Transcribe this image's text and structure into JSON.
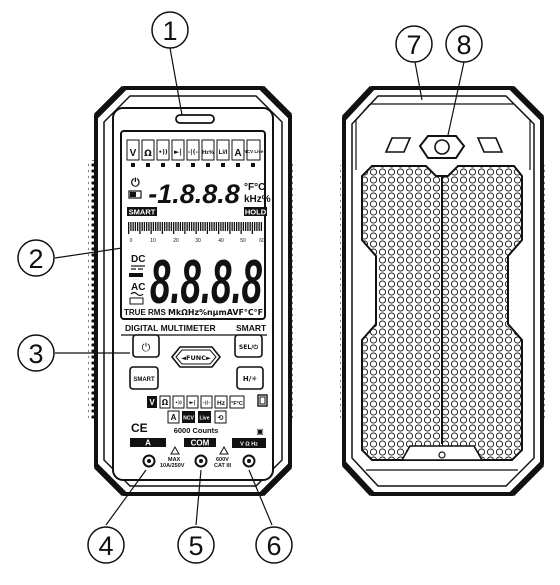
{
  "callouts": [
    {
      "label": "1"
    },
    {
      "label": "2"
    },
    {
      "label": "3"
    },
    {
      "label": "4"
    },
    {
      "label": "5"
    },
    {
      "label": "6"
    },
    {
      "label": "7"
    },
    {
      "label": "8"
    }
  ],
  "lcd": {
    "func_icons": [
      "V",
      "Ω",
      "•))",
      "►|",
      "-|(-",
      "Hz%",
      "Li/I",
      "A",
      "NCV Live"
    ],
    "small_digits": "-1.8.8.8",
    "units_top": "°F°C",
    "units_mid": "kHz%",
    "smart": "SMART",
    "hold": "HOLD",
    "bar_ticks": [
      "0",
      "10",
      "20",
      "30",
      "40",
      "50",
      "60"
    ],
    "dc": "DC",
    "ac": "AC",
    "big_digits": "8.8.8.8",
    "true_rms": "TRUE RMS",
    "units_bottom": "MkΩHz%nμmAVF°C°F"
  },
  "front": {
    "title_left": "DIGITAL MULTIMETER",
    "title_right": "SMART",
    "btn_power": "⏻",
    "btn_func": "◄FUNC►",
    "btn_sel": "SEL/⏻",
    "btn_smart": "SMART",
    "btn_hold": "H/✳",
    "row1": [
      "V",
      "Ω",
      "•))",
      "►|",
      "-|(-",
      "Hz",
      "°F°C"
    ],
    "row2": [
      "A",
      "NCV",
      "Live",
      "⟲"
    ],
    "ce": "CE",
    "counts": "6000 Counts",
    "term_a": "A",
    "term_com": "COM",
    "term_v": "V Ω Hz",
    "max_label": "MAX",
    "fuse": "10A/250V",
    "cat": "600V",
    "cat2": "CAT III"
  }
}
